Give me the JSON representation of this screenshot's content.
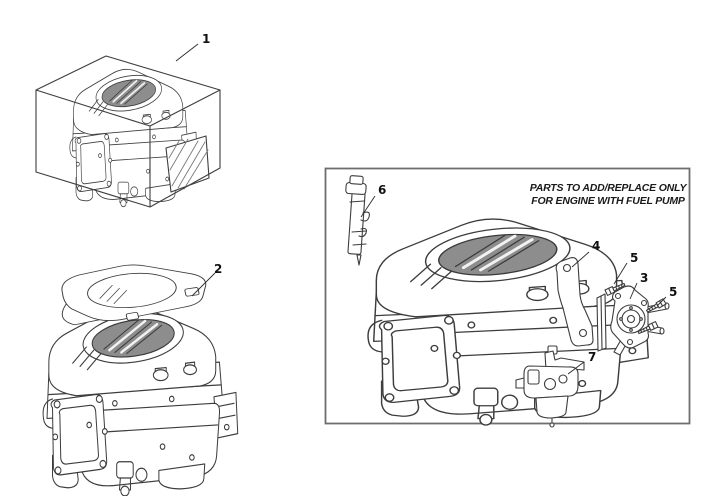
{
  "callouts": {
    "fig1": "1",
    "fig2": "2",
    "pump": "3",
    "bracket": "4",
    "screw_a": "5",
    "screw_b": "5",
    "dipstick": "6",
    "carburetor": "7"
  },
  "fuel_pump_note": {
    "line1": "PARTS TO ADD/REPLACE ONLY",
    "line2": "FOR ENGINE WITH FUEL PUMP"
  },
  "colors": {
    "line": "#3d3d3d",
    "screen_fill": "#8d8d8d",
    "box_border": "#6e6e6e",
    "background": "#ffffff",
    "label_text": "#111111"
  }
}
